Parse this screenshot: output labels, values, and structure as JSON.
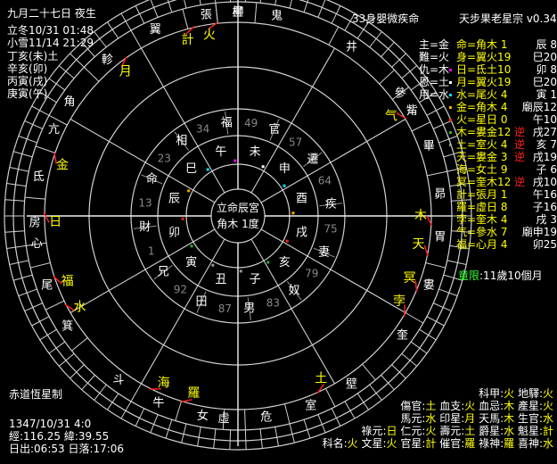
{
  "header": {
    "date_line": "九月二十七日 夜生",
    "solar_term_1": "立冬10/31 01:48",
    "solar_term_2": "小雪11/14 21:29",
    "pillars": [
      "丁亥(未)土",
      "辛亥(卯)",
      "丙寅(戌)",
      "庚寅(午)"
    ],
    "title_center": "33身嬰微疾命",
    "app_title": "天步果老星宗 v0.34"
  },
  "rulers": [
    {
      "label": "主=金"
    },
    {
      "label": "難=火"
    },
    {
      "label": "仇=木"
    },
    {
      "label": "恩=土"
    },
    {
      "label": "用=水"
    }
  ],
  "planets": [
    {
      "name": "命=角木",
      "deg": " 1",
      "flag": "",
      "pos": "辰 8",
      "dot": ""
    },
    {
      "name": "身=翼火",
      "deg": "19",
      "flag": "",
      "pos": "巳20",
      "dot": ""
    },
    {
      "name": "日=氐土",
      "deg": "10",
      "flag": "",
      "pos": "卯 8",
      "dot": "#ff00ff"
    },
    {
      "name": "月=翼火",
      "deg": "19",
      "flag": "",
      "pos": "巳20",
      "dot": "#ffffff"
    },
    {
      "name": "水=尾火",
      "deg": " 4",
      "flag": "",
      "pos": "寅 1",
      "dot": "#00e0ff"
    },
    {
      "name": "金=角木",
      "deg": " 4",
      "flag": "",
      "pos": "廟辰12",
      "dot": "#ffa500"
    },
    {
      "name": "火=星日",
      "deg": " 0",
      "flag": "",
      "pos": "午10",
      "dot": "#ff2020"
    },
    {
      "name": "木=婁金",
      "deg": "12",
      "flag": "逆",
      "pos": "戌27",
      "dot": "#33aa33"
    },
    {
      "name": "土=室火",
      "deg": " 4",
      "flag": "逆",
      "pos": "亥 7",
      "dot": "#999999"
    },
    {
      "name": "天=婁金",
      "deg": " 3",
      "flag": "逆",
      "pos": "戌19",
      "dot": ""
    },
    {
      "name": "海=女土",
      "deg": " 9",
      "flag": "",
      "pos": "子 6",
      "dot": ""
    },
    {
      "name": "冥=奎木",
      "deg": "12",
      "flag": "逆",
      "pos": "戌10",
      "dot": ""
    },
    {
      "name": "計=張月",
      "deg": " 1",
      "flag": "",
      "pos": "午16",
      "dot": ""
    },
    {
      "name": "羅=虛日",
      "deg": " 8",
      "flag": "",
      "pos": "子16",
      "dot": ""
    },
    {
      "name": "孛=奎木",
      "deg": " 4",
      "flag": "",
      "pos": "戌 3",
      "dot": ""
    },
    {
      "name": "气=參水",
      "deg": " 7",
      "flag": "",
      "pos": "廟申19",
      "dot": ""
    },
    {
      "name": "福=心月",
      "deg": " 4",
      "flag": "",
      "pos": "卯25",
      "dot": ""
    }
  ],
  "childhood": {
    "label": "童限",
    "value": ":11歲10個月"
  },
  "footer_left": {
    "system": "赤道恆星制",
    "datetime": "1347/10/31 4:0",
    "coords": "經:116.25 緯:39.55",
    "sun": "日出:06:53 日落:17:06"
  },
  "footer_right": [
    [
      {
        "k": "科甲",
        "v": "火"
      },
      {
        "k": "地驛",
        "v": "火"
      }
    ],
    [
      {
        "k": "傷官",
        "v": "土"
      },
      {
        "k": "血支",
        "v": "火"
      },
      {
        "k": "血忌",
        "v": "木"
      },
      {
        "k": "產星",
        "v": "火"
      }
    ],
    [
      {
        "k": "馬元",
        "v": "水"
      },
      {
        "k": "印星",
        "v": "月"
      },
      {
        "k": "天馬",
        "v": "木"
      },
      {
        "k": "生官",
        "v": "水"
      }
    ],
    [
      {
        "k": "祿元",
        "v": "日"
      },
      {
        "k": "仁元",
        "v": "火"
      },
      {
        "k": "壽元",
        "v": "土"
      },
      {
        "k": "爵星",
        "v": "水"
      },
      {
        "k": "魁星",
        "v": "計"
      }
    ],
    [
      {
        "k": "科名",
        "v": "火"
      },
      {
        "k": "文星",
        "v": "火"
      },
      {
        "k": "官星",
        "v": "計"
      },
      {
        "k": "催官",
        "v": "羅"
      },
      {
        "k": "祿神",
        "v": "羅"
      },
      {
        "k": "喜神",
        "v": "水"
      }
    ]
  ],
  "chart": {
    "center": [
      "立命辰宮",
      "角木 1度"
    ],
    "branches": [
      "午",
      "未",
      "申",
      "酉",
      "戌",
      "亥",
      "子",
      "丑",
      "寅",
      "卯",
      "辰",
      "巳"
    ],
    "palaces": [
      "福",
      "官",
      "遷",
      "疾",
      "妻",
      "奴",
      "男",
      "田",
      "兄",
      "財",
      "命",
      "相"
    ],
    "ages": [
      "34",
      "49",
      "57",
      "64",
      "75",
      "79",
      "83",
      "87",
      "92",
      "1",
      "13",
      "23"
    ],
    "mansions": [
      {
        "n": "柳",
        "a": -90
      },
      {
        "n": "鬼",
        "a": -79
      },
      {
        "n": "井",
        "a": -56
      },
      {
        "n": "參",
        "a": -37
      },
      {
        "n": "觜",
        "a": -31
      },
      {
        "n": "畢",
        "a": -20
      },
      {
        "n": "昴",
        "a": -6
      },
      {
        "n": "胃",
        "a": 6
      },
      {
        "n": "婁",
        "a": 20
      },
      {
        "n": "奎",
        "a": 36
      },
      {
        "n": "壁",
        "a": 56
      },
      {
        "n": "室",
        "a": 69
      },
      {
        "n": "危",
        "a": 82
      },
      {
        "n": "虛",
        "a": 94
      },
      {
        "n": "女",
        "a": 100
      },
      {
        "n": "牛",
        "a": 113
      },
      {
        "n": "斗",
        "a": 126
      },
      {
        "n": "箕",
        "a": 147
      },
      {
        "n": "尾",
        "a": 160
      },
      {
        "n": "心",
        "a": 172
      },
      {
        "n": "房",
        "a": 178
      },
      {
        "n": "氐",
        "a": 191
      },
      {
        "n": "亢",
        "a": 205
      },
      {
        "n": "角",
        "a": 214
      },
      {
        "n": "軫",
        "a": 230
      },
      {
        "n": "翼",
        "a": 246
      },
      {
        "n": "張",
        "a": 261
      },
      {
        "n": "星",
        "a": 270
      }
    ],
    "planet_marks": [
      {
        "n": "計",
        "a": -106
      },
      {
        "n": "火",
        "a": -99
      },
      {
        "n": "气",
        "a": -33
      },
      {
        "n": "木",
        "a": 0
      },
      {
        "n": "天",
        "a": 9
      },
      {
        "n": "冥",
        "a": 20
      },
      {
        "n": "孛",
        "a": 28
      },
      {
        "n": "土",
        "a": 63
      },
      {
        "n": "羅",
        "a": 104
      },
      {
        "n": "海",
        "a": 114
      },
      {
        "n": "水",
        "a": 150
      },
      {
        "n": "福",
        "a": 159
      },
      {
        "n": "日",
        "a": 178
      },
      {
        "n": "金",
        "a": 196
      },
      {
        "n": "月",
        "a": 232
      }
    ]
  },
  "colors": {
    "yellow": "#ffff00",
    "green": "#33ff33",
    "red": "#ff2020",
    "line": "#d8d8d8"
  }
}
